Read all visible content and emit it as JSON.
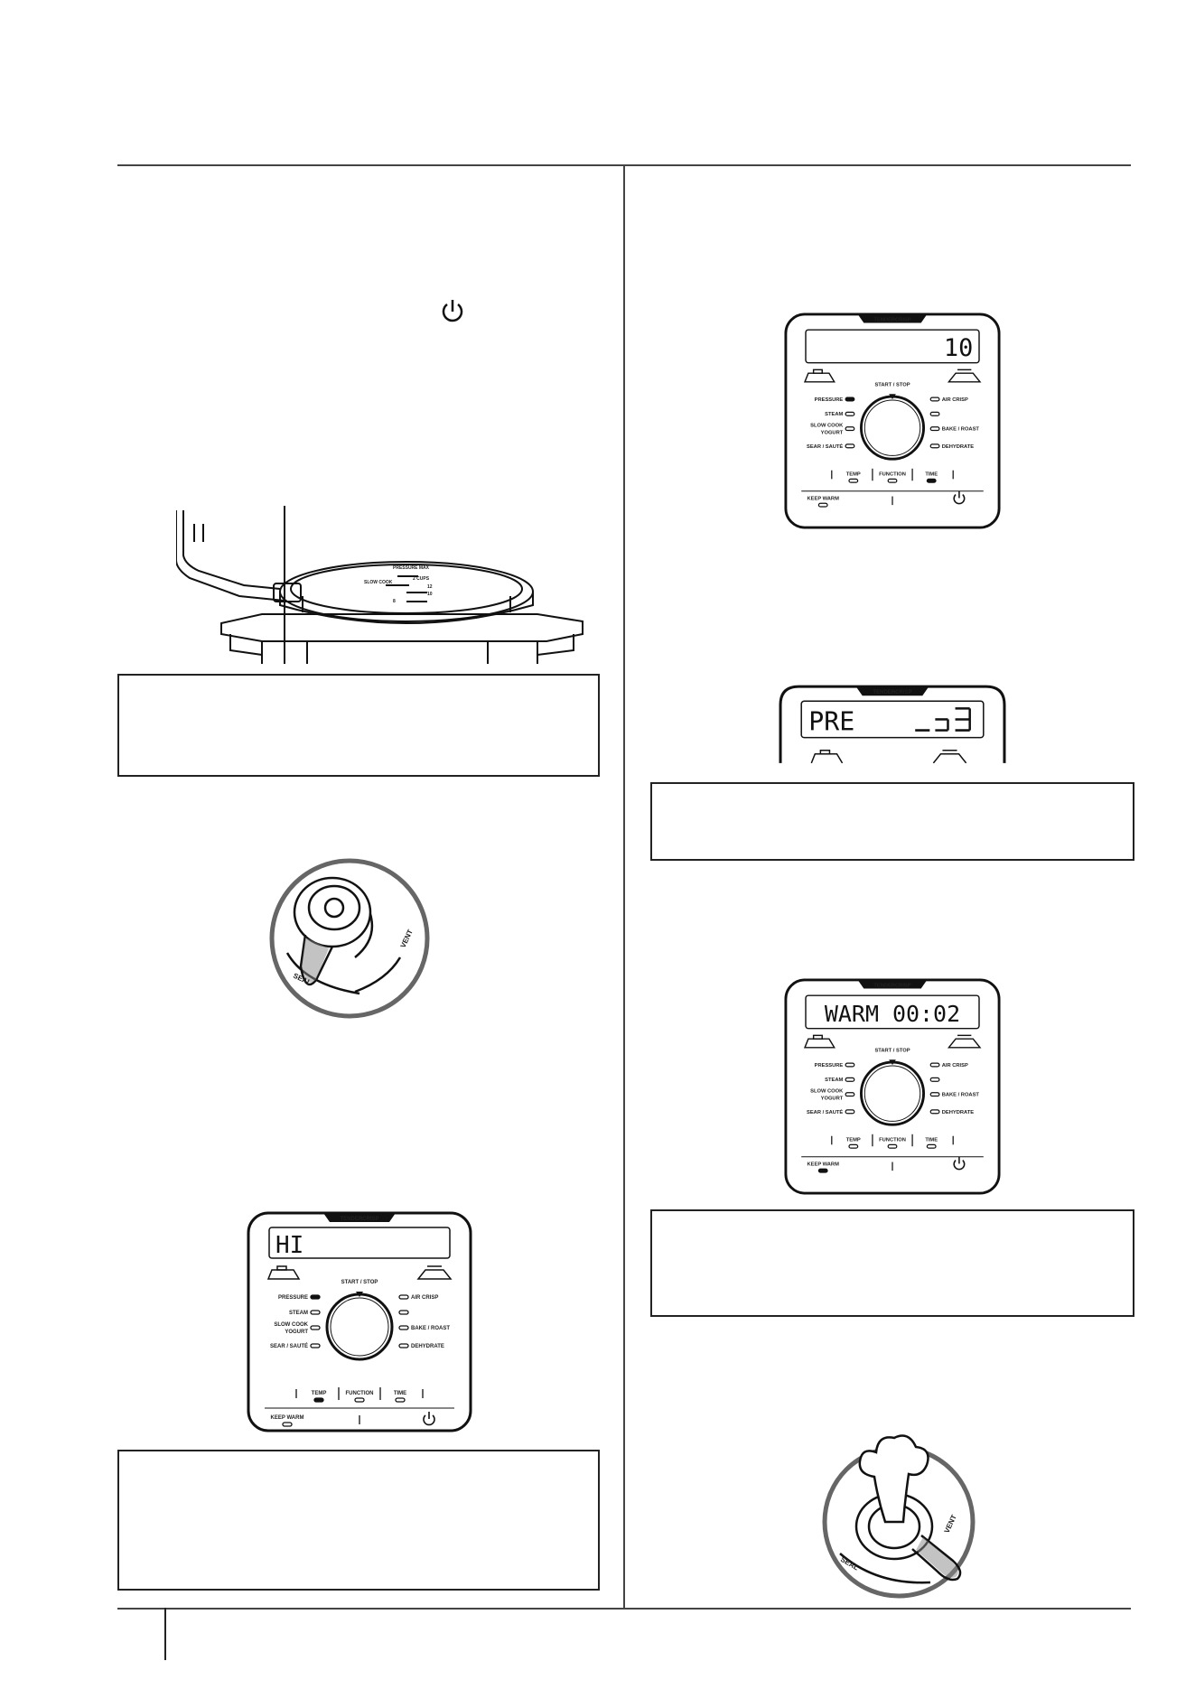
{
  "panel_brand": "TENDERCRISP",
  "panel_labels": {
    "start_stop": "START / STOP",
    "pressure": "PRESSURE",
    "steam": "STEAM",
    "slow_cook": "SLOW COOK",
    "yogurt": "YOGURT",
    "sear_saute": "SEAR / SAUTÉ",
    "air_crisp": "AIR CRISP",
    "bake_roast": "BAKE / ROAST",
    "dehydrate": "DEHYDRATE",
    "temp": "TEMP",
    "function": "FUNCTION",
    "time": "TIME",
    "keep_warm": "KEEP WARM"
  },
  "displays": {
    "panel_a": "10",
    "panel_b": "PRE",
    "panel_c": "WARM 00:02",
    "panel_d": "HI"
  },
  "valve_labels": {
    "seal": "SEAL",
    "vent": "VENT"
  },
  "lid_markings": [
    "PRESSURE MAX",
    "2 CUPS",
    "SLOW COOK",
    "12",
    "10",
    "8"
  ],
  "icons": [
    "power-icon",
    "pressure-lid-icon",
    "crisping-lid-icon",
    "steam-icon"
  ]
}
